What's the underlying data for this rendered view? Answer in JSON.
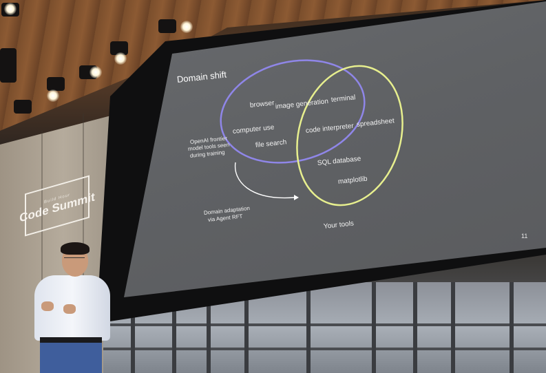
{
  "venue": {
    "sign_small": "Build Hour",
    "sign_title": "Code Summit"
  },
  "slide": {
    "title": "Domain shift",
    "page_number": "11",
    "left_set_label_line1": "OpenAI frontier",
    "left_set_label_line2": "model tools seen",
    "left_set_label_line3": "during training",
    "right_set_label": "Your tools",
    "arrow_label_line1": "Domain adaptation",
    "arrow_label_line2": "via Agent RFT",
    "tools": {
      "browser": "browser",
      "image_generation": "image generation",
      "computer_use": "computer use",
      "file_search": "file search",
      "terminal": "terminal",
      "code_interpreter": "code interpreter",
      "spreadsheet": "spreadsheet",
      "sql_database": "SQL database",
      "matplotlib": "matplotlib"
    },
    "colors": {
      "left_ellipse": "#8f86e8",
      "right_ellipse": "#e7ef8e",
      "arrow": "#ffffff",
      "background": "#606265"
    }
  }
}
